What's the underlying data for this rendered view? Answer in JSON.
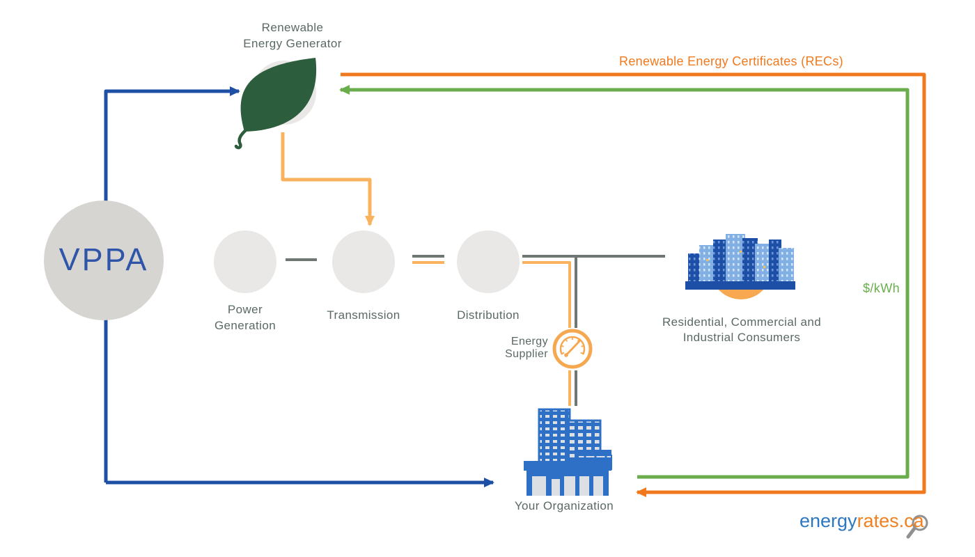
{
  "nodes": {
    "generator": {
      "label": [
        "Renewable",
        "Energy Generator"
      ]
    },
    "vppa": {
      "label": "VPPA"
    },
    "power_generation": {
      "label": [
        "Power",
        "Generation"
      ]
    },
    "transmission": {
      "label": "Transmission"
    },
    "distribution": {
      "label": "Distribution"
    },
    "consumers": {
      "label": [
        "Residential, Commercial and",
        "Industrial Consumers"
      ]
    },
    "energy_supplier": {
      "label": [
        "Energy",
        "Supplier"
      ]
    },
    "your_organization": {
      "label": "Your Organization"
    }
  },
  "flows": {
    "recs": {
      "label": "Renewable Energy Certificates (RECs)",
      "color": "#f0791e",
      "from": "generator",
      "to": "your_organization"
    },
    "price": {
      "label": "$/kWh",
      "color": "#6aad4d",
      "from": "your_organization",
      "to": "generator"
    },
    "vppa_contract": {
      "color": "#1d50a5",
      "from": "vppa",
      "to": "generator_and_your_organization"
    },
    "renewable_energy": {
      "color": "#f9b35e",
      "from": "generator",
      "to": "grid"
    },
    "grid_power": {
      "color": "#6f7772"
    }
  },
  "branding": {
    "logo_part1": "energy",
    "logo_part2": "rates.ca",
    "logo_icon": "magnifier-icon"
  },
  "colors": {
    "blue_arrow": "#1d50a5",
    "light_orange_arrow": "#f9b35e",
    "recs_orange": "#f0791e",
    "price_green": "#6aad4d",
    "gray_line": "#6f7772",
    "label_text": "#5a6a63",
    "node_circle": "#e9e8e7",
    "vppa_circle": "#d7d5d2",
    "vppa_text": "#2f55a9",
    "leaf_green": "#2c5e3d",
    "sun_orange": "#f7a851",
    "city_dark_blue": "#1d4fa6",
    "city_light_blue": "#82b0e4",
    "building_blue": "#2e70c5",
    "logo_blue": "#2b77c2",
    "logo_orange": "#f08122"
  }
}
